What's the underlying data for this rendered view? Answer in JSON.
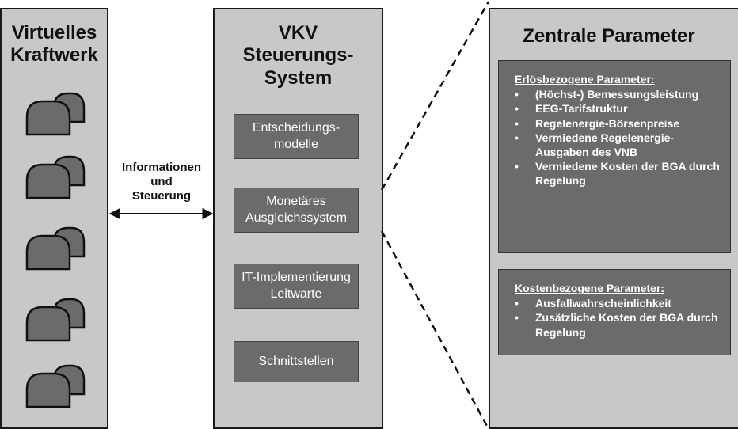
{
  "left_panel": {
    "title_lines": [
      "Virtuelles",
      "Kraftwerk"
    ],
    "plant_icons": [
      "power-plant-icon",
      "power-plant-icon",
      "power-plant-icon",
      "power-plant-icon",
      "power-plant-icon"
    ]
  },
  "connector": {
    "label_lines": [
      "Informationen",
      "und",
      "Steuerung"
    ]
  },
  "middle_panel": {
    "title_lines": [
      "VKV",
      "Steuerungs-",
      "System"
    ],
    "boxes": [
      {
        "lines": [
          "Entscheidungs-",
          "modelle"
        ]
      },
      {
        "lines": [
          "Monetäres",
          "Ausgleichssystem"
        ]
      },
      {
        "lines": [
          "IT-Implementierung",
          "Leitwarte"
        ]
      },
      {
        "lines": [
          "Schnittstellen"
        ]
      }
    ]
  },
  "right_panel": {
    "title": "Zentrale Parameter",
    "erloes": {
      "heading": "Erlösbezogene Parameter:",
      "items": [
        "(Höchst-) Bemessungsleistung",
        "EEG-Tarifstruktur",
        "Regelenergie-Börsenpreise",
        "Vermiedene Regelenergie-Ausgaben des VNB",
        "Vermiedene Kosten der BGA durch Regelung"
      ]
    },
    "kosten": {
      "heading": "Kostenbezogene Parameter:",
      "items": [
        "Ausfallwahrscheinlichkeit",
        "Zusätzliche Kosten der BGA durch Regelung"
      ]
    }
  },
  "colors": {
    "panel_fill": "#c8c8c8",
    "box_fill": "#6b6b6b",
    "border": "#1a1a1a",
    "box_text": "#ffffff"
  }
}
